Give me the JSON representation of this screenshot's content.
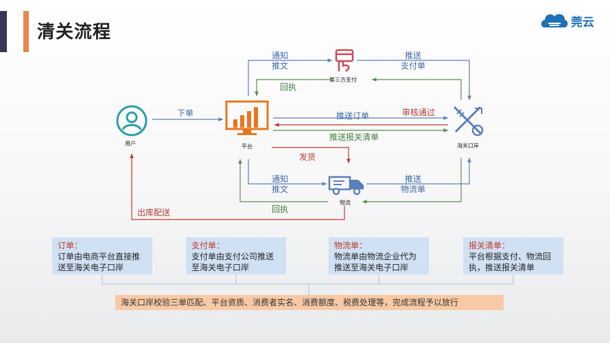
{
  "header": {
    "title": "清关流程",
    "logo_text": "莞云"
  },
  "nodes": {
    "user": "用户",
    "platform": "平台",
    "third_party_pay": "第三方支付",
    "customs": "海关口岸",
    "logistics": "物流"
  },
  "flows": {
    "notify_top": [
      "通知",
      "推文"
    ],
    "push_payment": [
      "推送",
      "支付单"
    ],
    "receipt_top": "回执",
    "place_order": "下单",
    "push_order": "推送订单",
    "approved": "审核通过",
    "push_declaration": "推送报关清单",
    "ship": "发货",
    "notify_bottom": [
      "通知",
      "推文"
    ],
    "push_logistics": [
      "推送",
      "物流单"
    ],
    "receipt_bottom": "回执",
    "out_delivery": "出库配送"
  },
  "info_boxes": [
    {
      "title": "订单：",
      "lines": [
        "订单由电商平台直接推",
        "送至海关电子口岸"
      ]
    },
    {
      "title": "支付单：",
      "lines": [
        "支付单由支付公司推送",
        "至海关电子口岸"
      ]
    },
    {
      "title": "物流单：",
      "lines": [
        "物流单由物流企业代为",
        "推送至海关电子口岸"
      ]
    },
    {
      "title": "报关清单：",
      "lines": [
        "平台根据支付、物流回",
        "执，推送报关清单"
      ]
    }
  ],
  "summary": "海关口岸校验三单匹配、平台资质、消费者实名、消费额度、税费处理等，完成流程予以放行",
  "colors": {
    "blue": "#5b7fb8",
    "green": "#5a8e4f",
    "red": "#c0392b",
    "teal": "#2b9ea8",
    "orange": "#e8761e",
    "pink": "#c84a5b",
    "navy": "#3b3552"
  }
}
